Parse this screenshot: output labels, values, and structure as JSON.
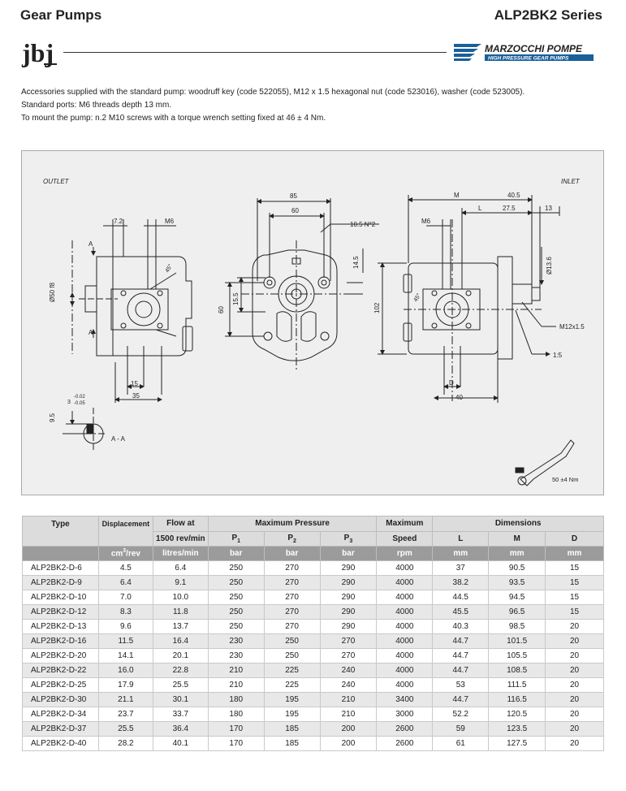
{
  "header": {
    "left_title": "Gear Pumps",
    "right_title": "ALP2BK2 Series"
  },
  "logos": {
    "left": "jbj",
    "right": "MARZOCCHI POMPE",
    "right_tagline": "HIGH PRESSURE GEAR PUMPS"
  },
  "notes": [
    "Accessories supplied with the standard pump: woodruff key (code 522055), M12 x 1.5 hexagonal nut (code 523016), washer (code 523005).",
    "Standard ports: M6 threads depth 13 mm.",
    "To mount the pump: n.2 M10 screws with a torque wrench setting fixed at 46 ± 4 Nm."
  ],
  "drawing": {
    "outlet": "OUTLET",
    "inlet": "INLET",
    "section": "A - A",
    "torque": "50 ±4 Nm",
    "dims": {
      "d7_2": "7.2",
      "dM6a": "M6",
      "dA1": "A",
      "dA2": "A",
      "d50": "Ø50 f8",
      "d45a": "45°",
      "d15": "15",
      "d35": "35",
      "d3": "3",
      "d3tol1": "-0.02",
      "d3tol2": "-0.05",
      "d9_5": "9.5",
      "d85": "85",
      "d60h": "60",
      "d10_5": "10.5 N°2",
      "d14_5": "14.5",
      "d15_5": "15.5",
      "d60v": "60",
      "dM": "M",
      "d40_5": "40.5",
      "dL": "L",
      "d27_5": "27.5",
      "d13": "13",
      "dM6b": "M6",
      "d13_6": "Ø13.6",
      "d102": "102",
      "d45b": "45°",
      "dD": "D",
      "d40": "40",
      "dM12": "M12x1.5",
      "d1_5": "1:5"
    }
  },
  "table": {
    "header1": {
      "type": "Type",
      "disp": "Displacement",
      "flow": "Flow at",
      "maxp": "Maximum Pressure",
      "maxs": "Maximum",
      "dims": "Dimensions"
    },
    "header2": {
      "flow": "1500 rev/min",
      "p1": "P",
      "p1s": "1",
      "p2": "P",
      "p2s": "2",
      "p3": "P",
      "p3s": "3",
      "speed": "Speed",
      "L": "L",
      "M": "M",
      "D": "D"
    },
    "units": {
      "disp": "cm",
      "disp_sup": "3",
      "disp_tail": "/rev",
      "flow": "litres/min",
      "p1": "bar",
      "p2": "bar",
      "p3": "bar",
      "speed": "rpm",
      "L": "mm",
      "M": "mm",
      "D": "mm"
    },
    "rows": [
      [
        "ALP2BK2-D-6",
        "4.5",
        "6.4",
        "250",
        "270",
        "290",
        "4000",
        "37",
        "90.5",
        "15"
      ],
      [
        "ALP2BK2-D-9",
        "6.4",
        "9.1",
        "250",
        "270",
        "290",
        "4000",
        "38.2",
        "93.5",
        "15"
      ],
      [
        "ALP2BK2-D-10",
        "7.0",
        "10.0",
        "250",
        "270",
        "290",
        "4000",
        "44.5",
        "94.5",
        "15"
      ],
      [
        "ALP2BK2-D-12",
        "8.3",
        "11.8",
        "250",
        "270",
        "290",
        "4000",
        "45.5",
        "96.5",
        "15"
      ],
      [
        "ALP2BK2-D-13",
        "9.6",
        "13.7",
        "250",
        "270",
        "290",
        "4000",
        "40.3",
        "98.5",
        "20"
      ],
      [
        "ALP2BK2-D-16",
        "11.5",
        "16.4",
        "230",
        "250",
        "270",
        "4000",
        "44.7",
        "101.5",
        "20"
      ],
      [
        "ALP2BK2-D-20",
        "14.1",
        "20.1",
        "230",
        "250",
        "270",
        "4000",
        "44.7",
        "105.5",
        "20"
      ],
      [
        "ALP2BK2-D-22",
        "16.0",
        "22.8",
        "210",
        "225",
        "240",
        "4000",
        "44.7",
        "108.5",
        "20"
      ],
      [
        "ALP2BK2-D-25",
        "17.9",
        "25.5",
        "210",
        "225",
        "240",
        "4000",
        "53",
        "111.5",
        "20"
      ],
      [
        "ALP2BK2-D-30",
        "21.1",
        "30.1",
        "180",
        "195",
        "210",
        "3400",
        "44.7",
        "116.5",
        "20"
      ],
      [
        "ALP2BK2-D-34",
        "23.7",
        "33.7",
        "180",
        "195",
        "210",
        "3000",
        "52.2",
        "120.5",
        "20"
      ],
      [
        "ALP2BK2-D-37",
        "25.5",
        "36.4",
        "170",
        "185",
        "200",
        "2600",
        "59",
        "123.5",
        "20"
      ],
      [
        "ALP2BK2-D-40",
        "28.2",
        "40.1",
        "170",
        "185",
        "200",
        "2600",
        "61",
        "127.5",
        "20"
      ]
    ]
  }
}
